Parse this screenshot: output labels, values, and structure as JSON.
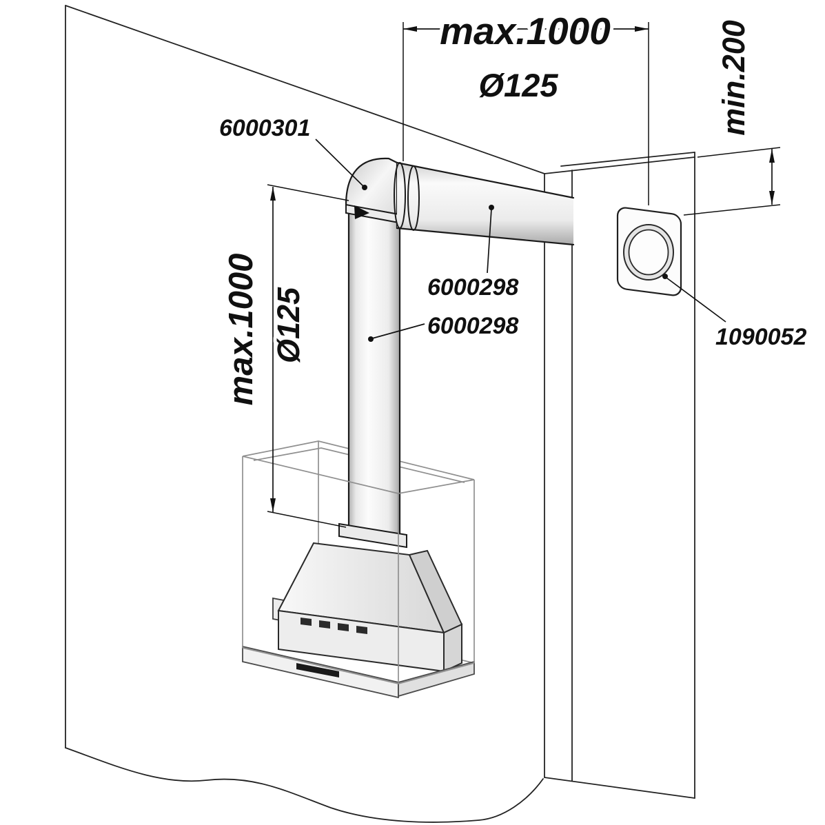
{
  "labels": {
    "top_length": "max.1000",
    "top_diameter": "Ø125",
    "left_length": "max.1000",
    "left_diameter": "Ø125",
    "min_clearance": "min.200",
    "part_elbow": "6000301",
    "part_duct_horizontal": "6000298",
    "part_duct_vertical": "6000298",
    "part_wall_vent": "1090052"
  },
  "colors": {
    "line": "#1a1a1a",
    "background": "#ffffff"
  }
}
